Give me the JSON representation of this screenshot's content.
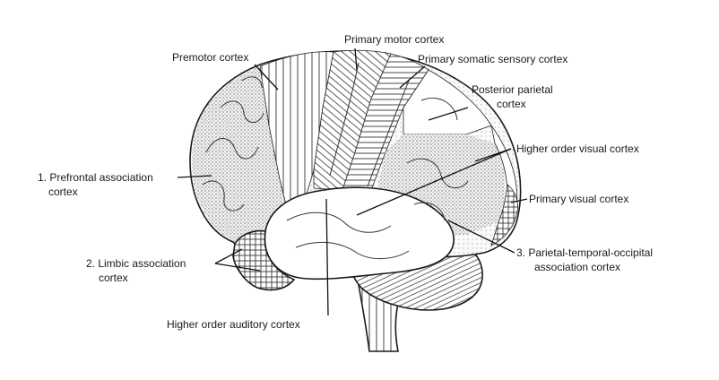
{
  "labels": {
    "premotor": "Premotor cortex",
    "primary_motor": "Primary motor cortex",
    "primary_somatic": "Primary somatic sensory cortex",
    "posterior_parietal_1": "Posterior parietal",
    "posterior_parietal_2": "cortex",
    "prefrontal_1": "1. Prefrontal association",
    "prefrontal_2": "cortex",
    "higher_visual": "Higher order visual cortex",
    "primary_visual": "Primary visual cortex",
    "limbic_1": "2. Limbic association",
    "limbic_2": "cortex",
    "pto_1": "3. Parietal-temporal-occipital",
    "pto_2": "association cortex",
    "higher_auditory": "Higher order auditory cortex"
  },
  "colors": {
    "ink": "#1a1a1a",
    "paper": "#ffffff"
  }
}
